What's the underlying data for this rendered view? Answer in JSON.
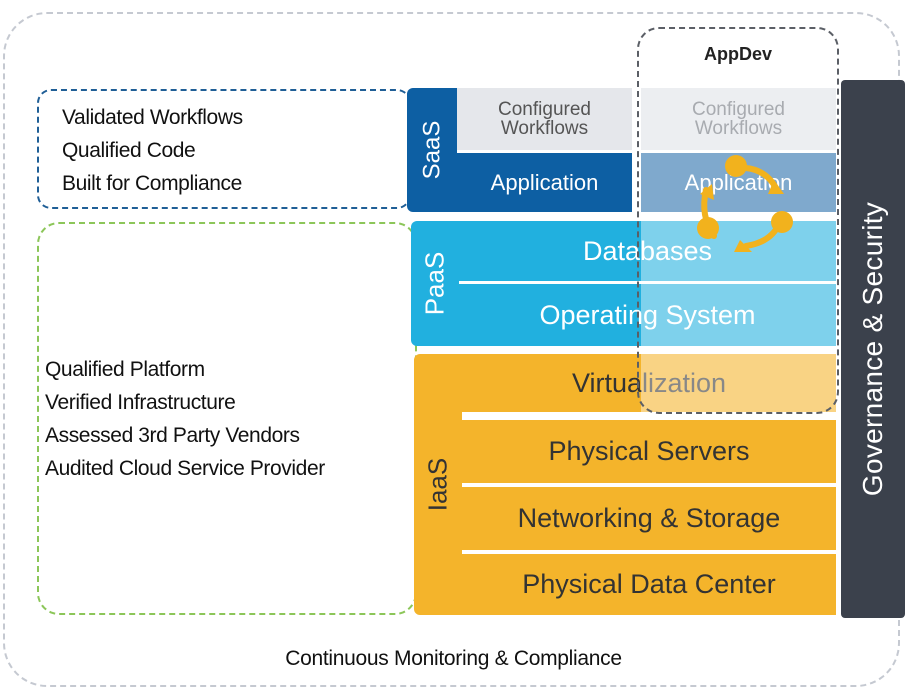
{
  "saas_notes": [
    "Validated Workflows",
    "Qualified Code",
    "Built for Compliance"
  ],
  "iaas_notes": [
    "Qualified Platform",
    "Verified Infrastructure",
    "Assessed 3rd Party Vendors",
    "Audited Cloud Service Provider"
  ],
  "labels": {
    "saas": "SaaS",
    "paas": "PaaS",
    "iaas": "IaaS",
    "governance": "Governance & Security",
    "appdev": "AppDev",
    "footer": "Continuous Monitoring & Compliance"
  },
  "layers": {
    "configured_workflows": "Configured\nWorkflows",
    "application": "Application",
    "databases": "Databases",
    "operating_system": "Operating System",
    "virtualization": "Virtualization",
    "physical_servers": "Physical Servers",
    "networking_storage": "Networking & Storage",
    "physical_data_center": "Physical Data Center"
  },
  "appdev_layers": {
    "configured_workflows": "Configured\nWorkflows",
    "application": "Application"
  },
  "colors": {
    "saas": "#0d5fa3",
    "saas_light": "#e5e7eb",
    "paas": "#21b0df",
    "iaas": "#f4b42b",
    "governance": "#3b414c",
    "cycle": "#f2b21d"
  }
}
